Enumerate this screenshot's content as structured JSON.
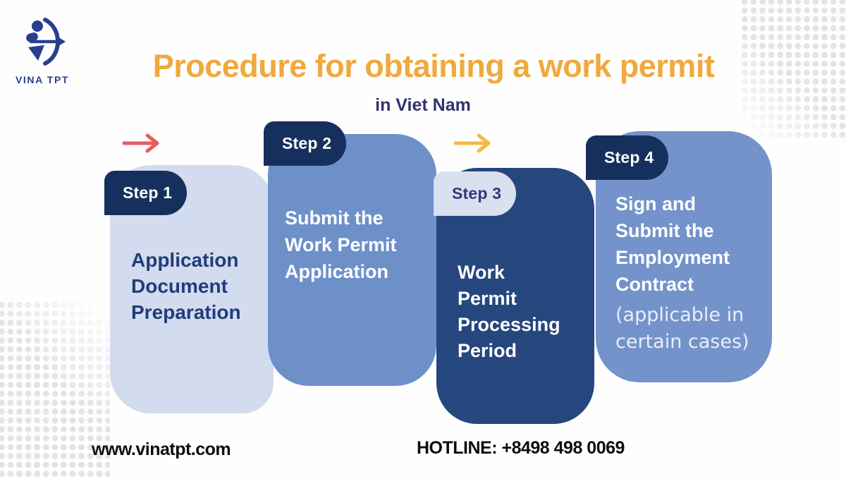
{
  "brand": {
    "name": "VINA TPT",
    "logo_color": "#2A3E8C"
  },
  "header": {
    "title": "Procedure for obtaining a work permit",
    "subtitle": "in Viet Nam",
    "title_color": "#F0A93E",
    "subtitle_color": "#33316F"
  },
  "steps": [
    {
      "badge": "Step 1",
      "title": "Application\nDocument\nPreparation",
      "card_color": "#D3DBEE",
      "badge_color": "#16305E",
      "badge_text_color": "#FFFFFF",
      "text_color": "#1F3D7B"
    },
    {
      "badge": "Step 2",
      "title": "Submit the\nWork Permit\nApplication",
      "card_color": "#6D90C9",
      "badge_color": "#16305E",
      "badge_text_color": "#FFFFFF",
      "text_color": "#FFFFFF"
    },
    {
      "badge": "Step 3",
      "title": "Work\nPermit\nProcessing\nPeriod",
      "card_color": "#26477E",
      "badge_color": "#D9E0F0",
      "badge_text_color": "#31397B",
      "text_color": "#FFFFFF"
    },
    {
      "badge": "Step 4",
      "title": "Sign and\nSubmit the\nEmployment\nContract",
      "note": "(applicable in\ncertain cases)",
      "card_color": "#7393CA",
      "badge_color": "#16305E",
      "badge_text_color": "#FFFFFF",
      "text_color": "#FFFFFF",
      "note_color": "#E9EEF8"
    }
  ],
  "arrows": [
    {
      "name": "arrow-1",
      "color": "#E95C5C"
    },
    {
      "name": "arrow-2",
      "color": "#F7B845"
    }
  ],
  "footer": {
    "website": "www.vinatpt.com",
    "hotline": "HOTLINE: +8498 498 0069"
  }
}
